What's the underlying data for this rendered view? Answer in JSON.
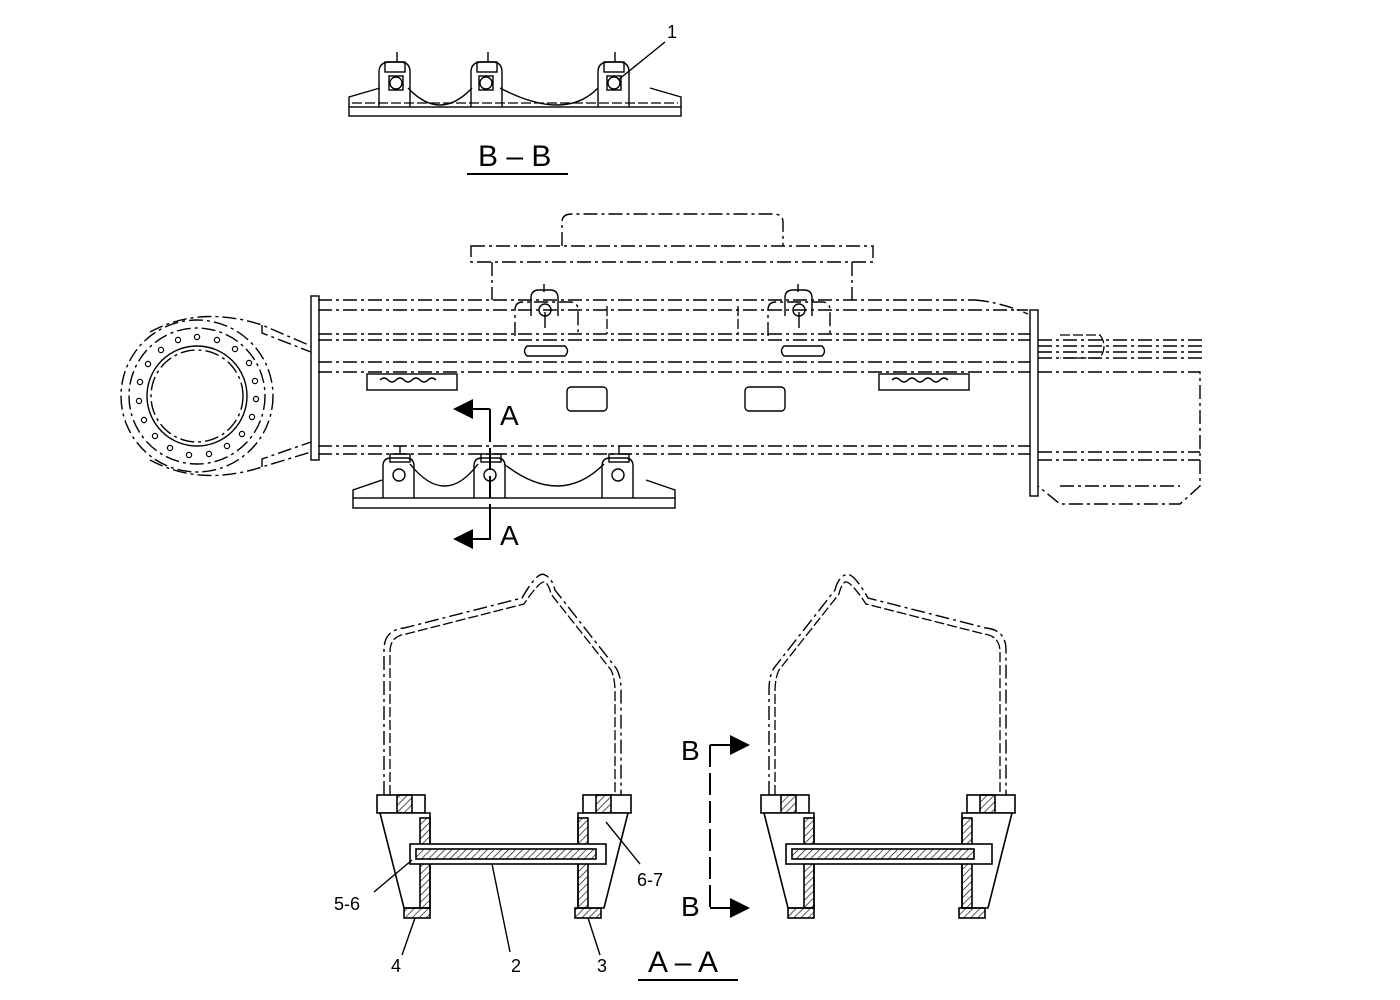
{
  "views": {
    "section_b": "B – B",
    "section_a": "A – A"
  },
  "section_markers": {
    "a_top": "A",
    "a_bottom": "A",
    "b_top": "B",
    "b_bottom": "B"
  },
  "callouts": {
    "c1": "1",
    "c2": "2",
    "c3": "3",
    "c4": "4",
    "c5_6": "5-6",
    "c6_7": "6-7"
  }
}
